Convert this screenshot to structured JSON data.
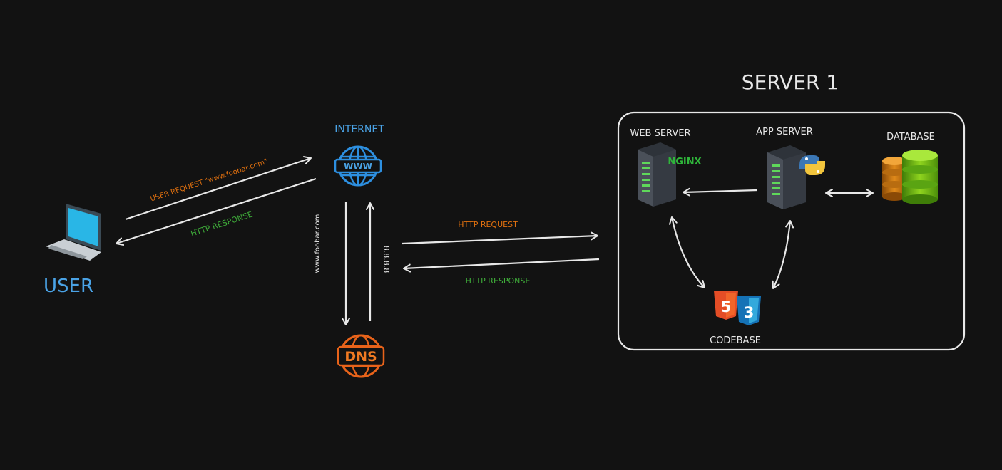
{
  "colors": {
    "background": "#121212",
    "stroke": "#e8e8e8",
    "blue": "#4aa3e6",
    "orange": "#e0700f",
    "green": "#3fae3a",
    "server_dark": "#3b4048"
  },
  "user": {
    "label": "USER",
    "icon": "laptop-icon"
  },
  "internet": {
    "label": "INTERNET",
    "icon_text": "WWW",
    "icon": "globe-icon"
  },
  "dns": {
    "icon_text": "DNS",
    "icon": "dns-globe-icon"
  },
  "user_link": {
    "request": "USER REQUEST \"www.foobar.com\"",
    "response": "HTTP RESPONSE"
  },
  "dns_link": {
    "query": "www.foobar.com",
    "answer": "8.8.8.8"
  },
  "server_link": {
    "request": "HTTP REQUEST",
    "response": "HTTP RESPONSE"
  },
  "server": {
    "title": "SERVER 1",
    "web_server": {
      "label": "WEB SERVER",
      "badge": "NGINX",
      "icon": "server-rack-icon"
    },
    "app_server": {
      "label": "APP SERVER",
      "icon": "server-rack-icon",
      "badge_icon": "python-icon"
    },
    "database": {
      "label": "DATABASE",
      "icon": "database-icon"
    },
    "codebase": {
      "label": "CODEBASE",
      "icons": [
        "html5-icon",
        "css3-icon"
      ],
      "html_digit": "5",
      "css_digit": "3"
    }
  }
}
